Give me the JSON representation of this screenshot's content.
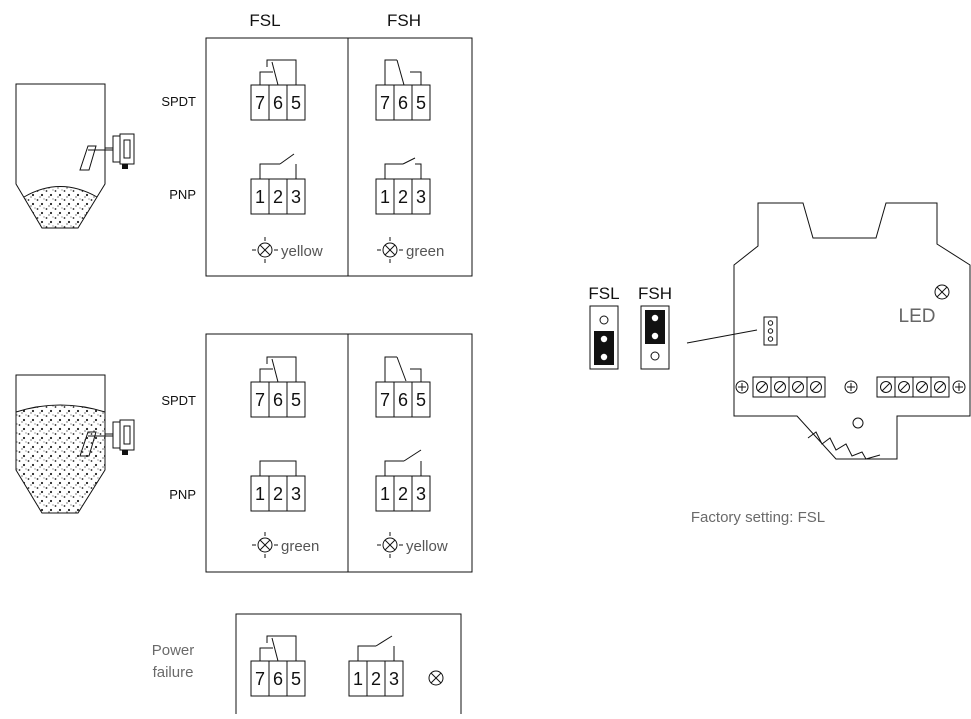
{
  "header": {
    "col_fsl": "FSL",
    "col_fsh": "FSH"
  },
  "rows": {
    "spdt_label": "SPDT",
    "pnp_label": "PNP"
  },
  "terminals": {
    "spdt": [
      "7",
      "6",
      "5"
    ],
    "pnp": [
      "1",
      "2",
      "3"
    ]
  },
  "panel_empty": {
    "fsl_lamp": "yellow",
    "fsh_lamp": "green"
  },
  "panel_full": {
    "fsl_lamp": "green",
    "fsh_lamp": "yellow"
  },
  "power_failure": {
    "label_line1": "Power",
    "label_line2": "failure"
  },
  "board": {
    "jumper_fsl": "FSL",
    "jumper_fsh": "FSH",
    "led_label": "LED",
    "factory_setting": "Factory setting:  FSL"
  }
}
